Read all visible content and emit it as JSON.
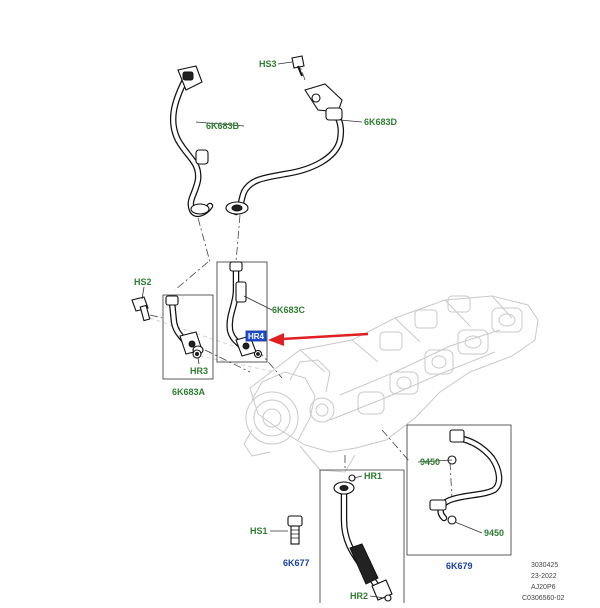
{
  "diagram": {
    "labels": {
      "hs3": "HS3",
      "hose_b": "6K683B",
      "hose_d": "6K683D",
      "hs2": "HS2",
      "hose_c": "6K683C",
      "hr4": "HR4",
      "hr3": "HR3",
      "hose_a": "6K683A",
      "clip_9450_top": "9450",
      "hr1": "HR1",
      "hs1": "HS1",
      "pipe_6k677": "6K677",
      "pipe_6k679": "6K679",
      "clip_9450_bottom": "9450",
      "hr2": "HR2"
    },
    "meta": {
      "line1": "3030425",
      "line2": "23-2022",
      "line3": "AJ20P6",
      "line4": "C0306560-02"
    },
    "colors": {
      "label_green": "#2e7d32",
      "label_blue": "#1a3fa0",
      "highlight": "#1f4fd8",
      "arrow": "#e02020",
      "ghost": "#c9c9c9"
    },
    "selected_callout": "hr4"
  }
}
